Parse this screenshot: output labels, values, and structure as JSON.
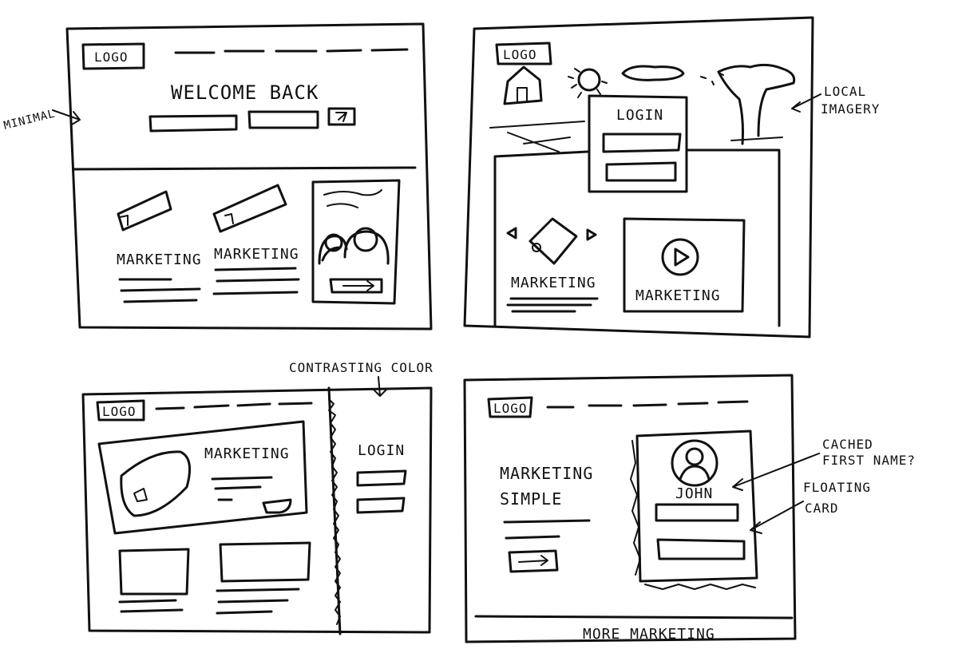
{
  "sketch1": {
    "logo": "LOGO",
    "heading": "WELCOME BACK",
    "annotation": "MINIMAL",
    "card_labels": [
      "MARKETING",
      "MARKETING"
    ]
  },
  "sketch2": {
    "logo": "LOGO",
    "login_title": "LOGIN",
    "annotation_line1": "LOCAL",
    "annotation_line2": "IMAGERY",
    "marketing_left": "MARKETING",
    "marketing_right": "MARKETING"
  },
  "sketch3": {
    "logo": "LOGO",
    "marketing": "MARKETING",
    "login": "LOGIN",
    "annotation": "CONTRASTING COLOR"
  },
  "sketch4": {
    "logo": "LOGO",
    "marketing_line1": "MARKETING",
    "marketing_line2": "SIMPLE",
    "user_name": "JOHN",
    "annotation_cached_line1": "CACHED",
    "annotation_cached_line2": "FIRST NAME?",
    "annotation_floating_line1": "FLOATING",
    "annotation_floating_line2": "CARD",
    "footer": "MORE MARKETING"
  }
}
